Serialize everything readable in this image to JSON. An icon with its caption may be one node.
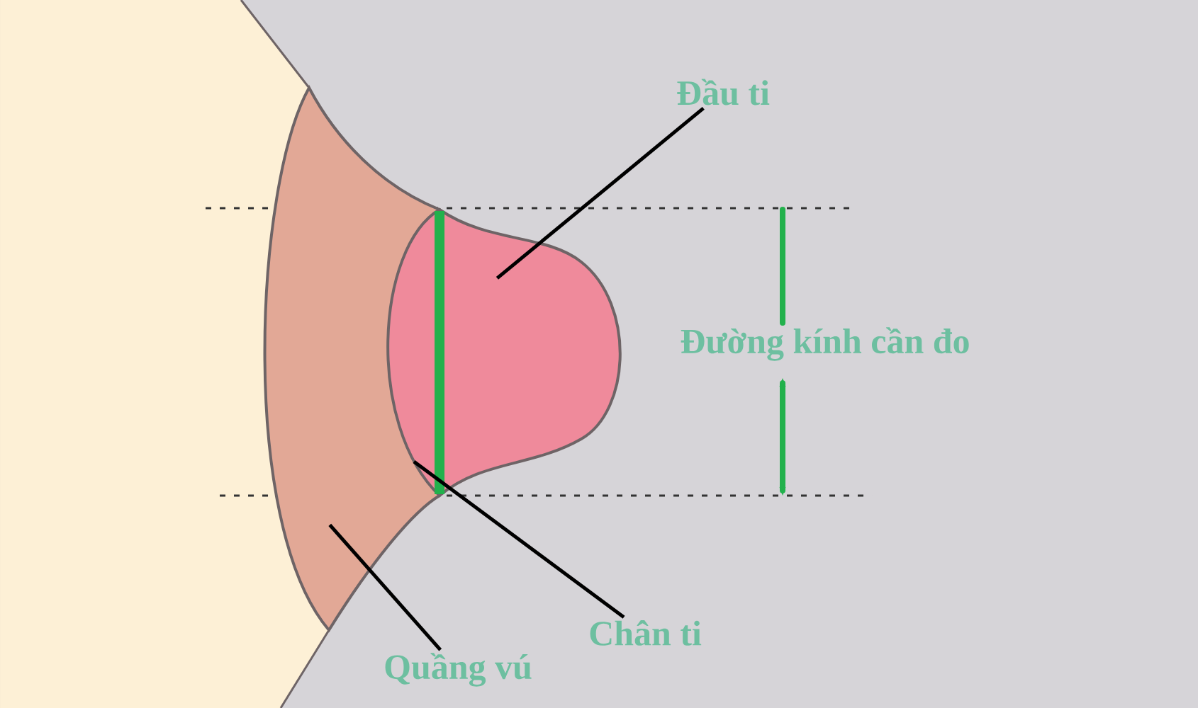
{
  "diagram": {
    "nodes": [
      {
        "text": [
          "Đầu ti"
        ]
      },
      {
        "text": [
          "Chân ti"
        ]
      },
      {
        "text": [
          "Quầng vú"
        ]
      },
      {
        "text": [],
        "shape": "picture"
      },
      {
        "text": [],
        "shape": "picture"
      }
    ],
    "edges": [
      {
        "from": 0,
        "to": 4,
        "arrow": "none"
      },
      {
        "from": 1,
        "to": 4,
        "arrow": "none"
      },
      {
        "from": 2,
        "to": 3,
        "arrow": "none"
      }
    ],
    "labels": [
      "Đường kính cần đo"
    ]
  }
}
